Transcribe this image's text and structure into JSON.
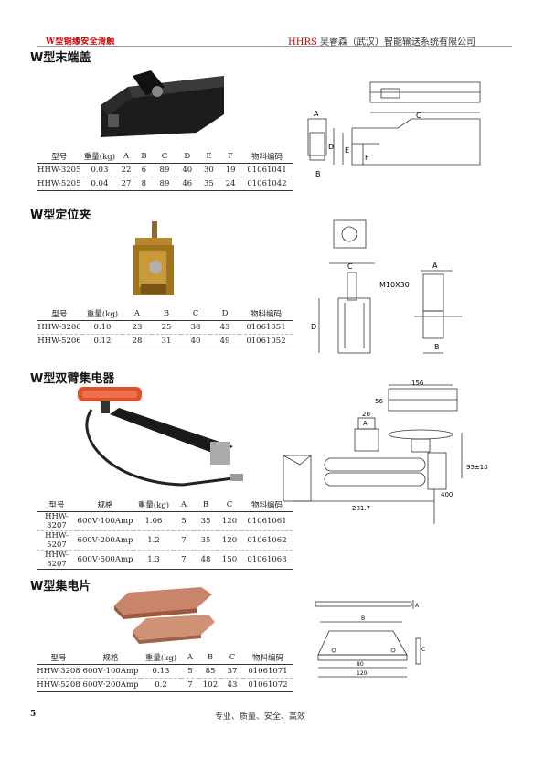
{
  "header": {
    "left": "W型铜缘安全滑触",
    "brand": "HHRS",
    "company": " 吴睿森（武汉）智能输送系统有限公司"
  },
  "footer": {
    "page": "5",
    "slogan": "专业、质量、安全、高效"
  },
  "sections": [
    {
      "title": "W型末端盖",
      "headers": [
        "型号",
        "重量(kg)",
        "A",
        "B",
        "C",
        "D",
        "E",
        "F",
        "物料编码"
      ],
      "rows": [
        [
          "HHW-3205",
          "0.03",
          "22",
          "6",
          "89",
          "40",
          "30",
          "19",
          "01061041"
        ],
        [
          "HHW-5205",
          "0.04",
          "27",
          "8",
          "89",
          "46",
          "35",
          "24",
          "01061042"
        ]
      ],
      "diagram_labels": [
        "A",
        "B",
        "C",
        "D",
        "E",
        "F"
      ]
    },
    {
      "title": "W型定位夹",
      "headers": [
        "型号",
        "重量(kg)",
        "A",
        "B",
        "C",
        "D",
        "物料编码"
      ],
      "rows": [
        [
          "HHW-3206",
          "0.10",
          "23",
          "25",
          "38",
          "43",
          "01061051"
        ],
        [
          "HHW-5206",
          "0.12",
          "28",
          "31",
          "40",
          "49",
          "01061052"
        ]
      ],
      "diagram_labels": [
        "C",
        "M10X30",
        "D",
        "A",
        "B"
      ]
    },
    {
      "title": "W型双臂集电器",
      "headers": [
        "型号",
        "规格",
        "重量(kg)",
        "A",
        "B",
        "C",
        "物料编码"
      ],
      "rows": [
        [
          "HHW-3207",
          "600V·100Amp",
          "1.06",
          "5",
          "35",
          "120",
          "01061061"
        ],
        [
          "HHW-5207",
          "600V·200Amp",
          "1.2",
          "7",
          "35",
          "120",
          "01061062"
        ],
        [
          "HHW-8207",
          "600V·500Amp",
          "1.3",
          "7",
          "48",
          "150",
          "01061063"
        ]
      ],
      "diagram_labels": [
        "156",
        "56",
        "20",
        "A",
        "95±10",
        "281.7",
        "400"
      ]
    },
    {
      "title": "W型集电片",
      "headers": [
        "型号",
        "规格",
        "重量(kg)",
        "A",
        "B",
        "C",
        "物料编码"
      ],
      "rows": [
        [
          "HHW-3208",
          "600V·100Amp",
          "0.13",
          "5",
          "85",
          "37",
          "01061071"
        ],
        [
          "HHW-5208",
          "600V·200Amp",
          "0.2",
          "7",
          "102",
          "43",
          "01061072"
        ]
      ],
      "diagram_labels": [
        "A",
        "B",
        "C",
        "80",
        "120"
      ]
    }
  ]
}
